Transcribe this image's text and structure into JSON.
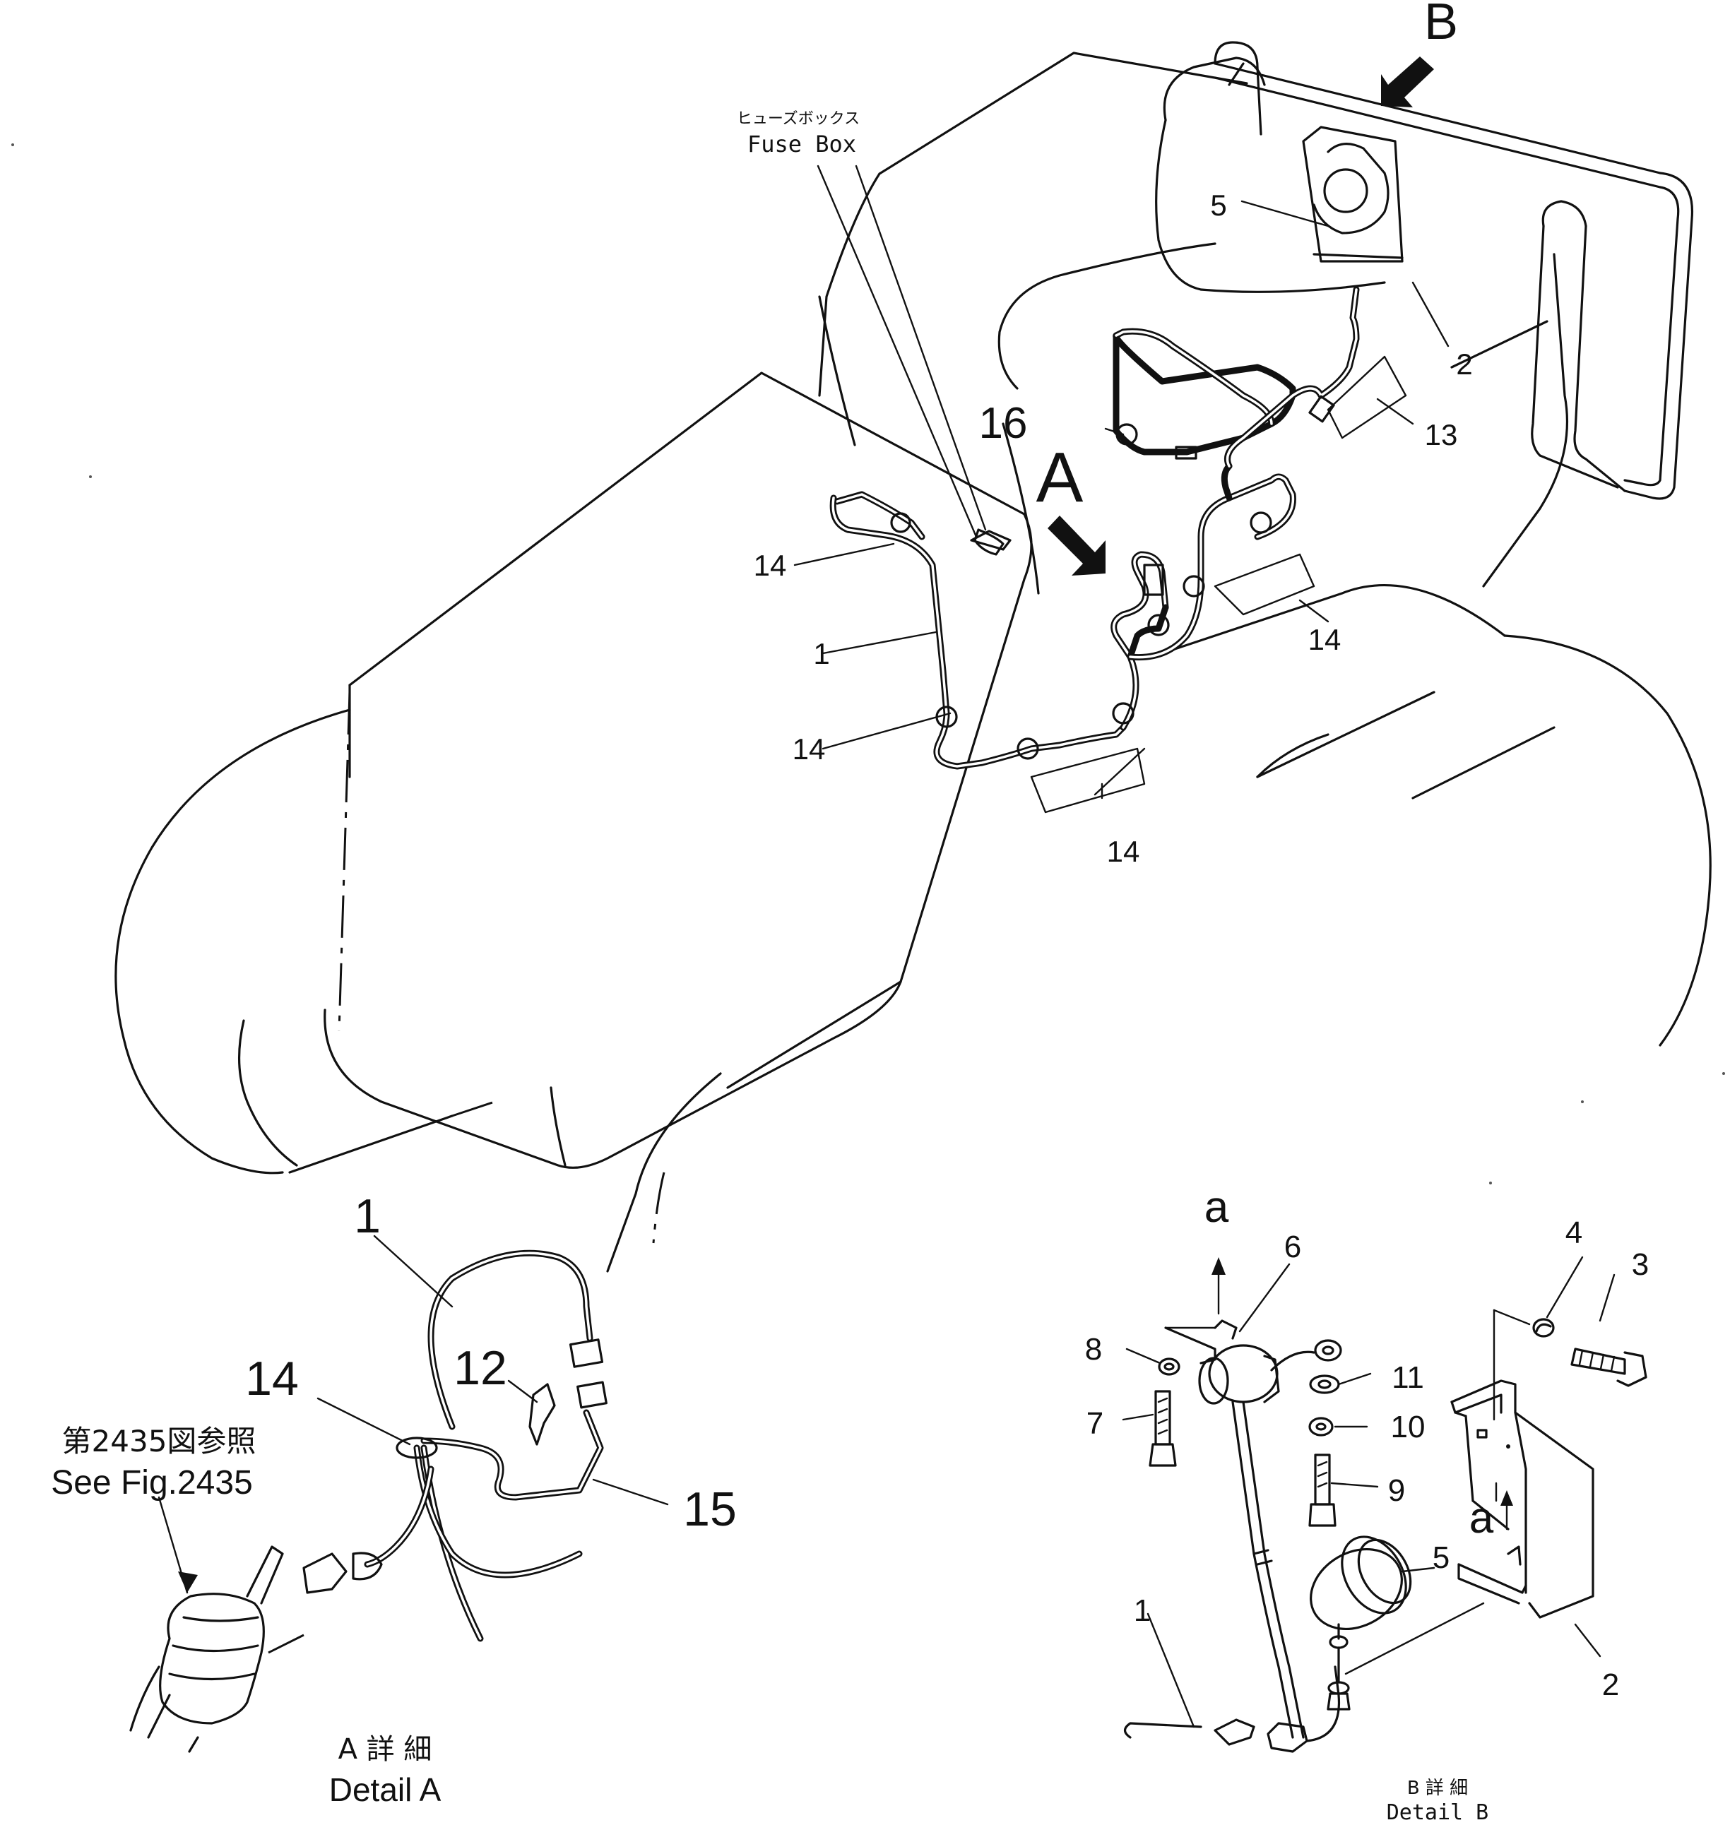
{
  "callouts": {
    "main": {
      "c1": "1",
      "c2": "2",
      "c5": "5",
      "c13": "13",
      "c14a": "14",
      "c14b": "14",
      "c14c": "14",
      "c14d": "14",
      "c16": "16"
    },
    "detail_a": {
      "c1": "1",
      "c12": "12",
      "c14": "14",
      "c15": "15"
    },
    "detail_b": {
      "c1": "1",
      "c2": "2",
      "c3": "3",
      "c4": "4",
      "c5": "5",
      "c6": "6",
      "c7": "7",
      "c8": "8",
      "c9": "9",
      "c10": "10",
      "c11": "11"
    }
  },
  "view_markers": {
    "a": "A",
    "b": "B",
    "sub_a_top": "a",
    "sub_a_side": "a"
  },
  "notes": {
    "fuse_box_jp": "ヒューズボックス",
    "fuse_box_en": "Fuse Box",
    "see_fig_jp": "第2435図参照",
    "see_fig_en": "See Fig.2435"
  },
  "captions": {
    "detail_a_jp": "A 詳 細",
    "detail_a_en": "Detail A",
    "detail_b_jp": "B 詳 細",
    "detail_b_en": "Detail B"
  }
}
